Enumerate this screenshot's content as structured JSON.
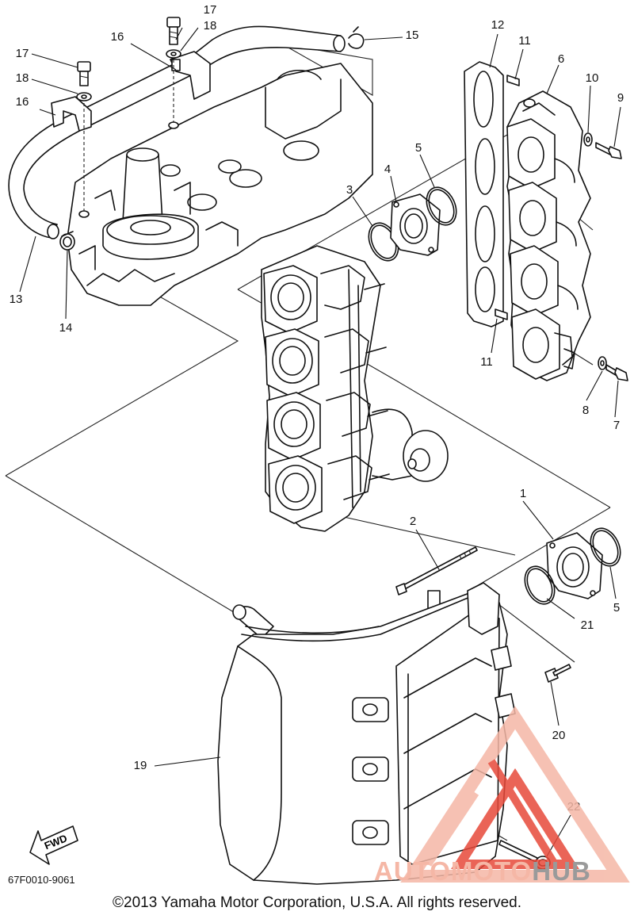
{
  "diagram": {
    "part_code": "67F0010-9061",
    "copyright": "©2013 Yamaha Motor Corporation, U.S.A. All rights reserved.",
    "fwd_label": "FWD",
    "callouts": [
      "1",
      "2",
      "3",
      "4",
      "5",
      "5",
      "6",
      "7",
      "8",
      "9",
      "10",
      "11",
      "11",
      "12",
      "13",
      "14",
      "15",
      "16",
      "16",
      "17",
      "17",
      "18",
      "18",
      "19",
      "20",
      "21",
      "22"
    ]
  },
  "watermark": {
    "part1": "AUTOMOTO",
    "part2": "HUB",
    "color_light": "#f5b7a6",
    "color_red": "#e7493a",
    "color_gray": "#9a9a9a"
  }
}
